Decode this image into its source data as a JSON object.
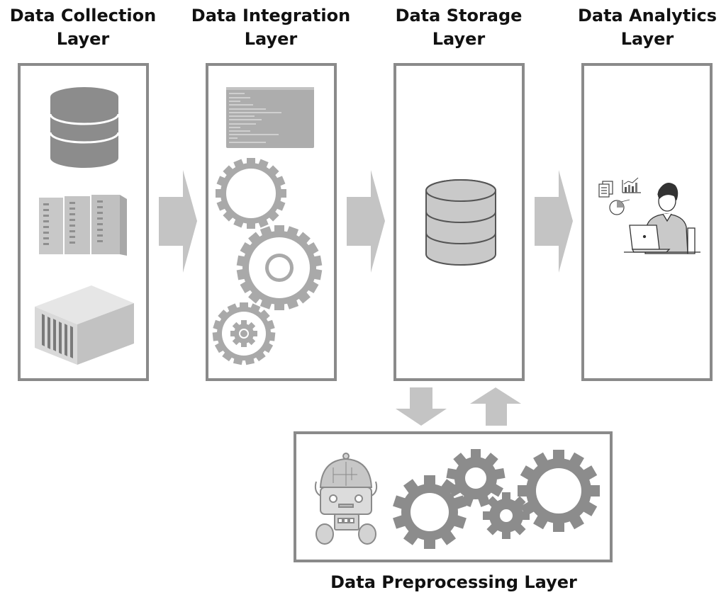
{
  "layers": [
    {
      "title_line1": "Data Collection",
      "title_line2": "Layer",
      "icons": [
        "database-icon",
        "server-racks-icon",
        "storage-unit-icon"
      ]
    },
    {
      "title_line1": "Data Integration",
      "title_line2": "Layer",
      "icons": [
        "code-window-icon",
        "gears-icon"
      ]
    },
    {
      "title_line1": "Data Storage",
      "title_line2": "Layer",
      "icons": [
        "database-icon"
      ]
    },
    {
      "title_line1": "Data Analytics",
      "title_line2": "Layer",
      "icons": [
        "analyst-with-laptop-icon",
        "documents-icon",
        "bar-chart-icon",
        "pie-chart-icon"
      ]
    }
  ],
  "preprocessing": {
    "title": "Data Preprocessing Layer",
    "icons": [
      "robot-icon",
      "gears-icon"
    ]
  },
  "flow": [
    "right-arrow",
    "right-arrow",
    "right-arrow",
    "down-arrow",
    "up-arrow"
  ],
  "colors": {
    "box_border": "#8a8a8a",
    "icon_dark": "#8c8c8c",
    "icon_light": "#b5b5b5",
    "arrow": "#c4c4c4",
    "text": "#111111"
  }
}
